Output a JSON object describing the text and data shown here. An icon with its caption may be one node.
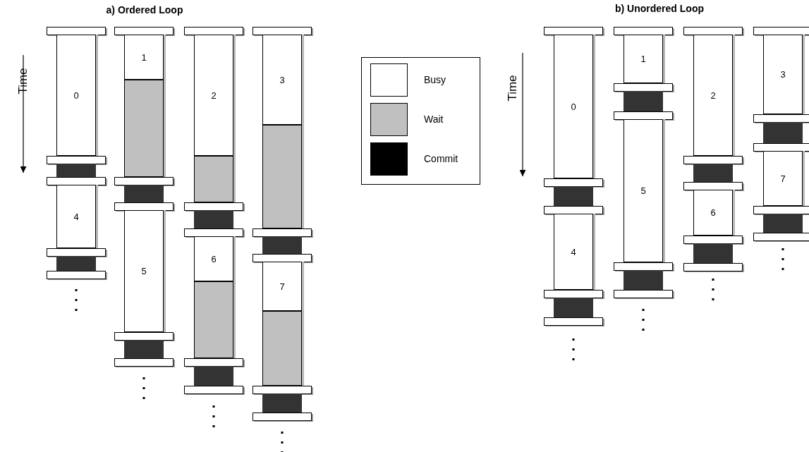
{
  "diagram": {
    "nodes": [
      {
        "text": [
          "0"
        ]
      },
      {
        "text": [
          "1"
        ]
      },
      {
        "text": [
          "2"
        ]
      },
      {
        "text": [
          "3"
        ]
      },
      {
        "text": [
          "4"
        ]
      },
      {
        "text": [
          "5"
        ]
      },
      {
        "text": [
          "6"
        ]
      },
      {
        "text": [
          "7"
        ]
      },
      {
        "text": [
          "0"
        ]
      },
      {
        "text": [
          "1"
        ]
      },
      {
        "text": [
          "2"
        ]
      },
      {
        "text": [
          "3"
        ]
      },
      {
        "text": [
          "4"
        ]
      },
      {
        "text": [
          "5"
        ]
      },
      {
        "text": [
          "6"
        ]
      },
      {
        "text": [
          "7"
        ]
      },
      {
        "text": [],
        "shape": "bar"
      },
      {
        "text": [],
        "shape": "bar"
      },
      {
        "text": [],
        "shape": "bar"
      },
      {
        "text": [],
        "shape": "bar"
      },
      {
        "text": [],
        "shape": "bar"
      }
    ],
    "edges": [],
    "labels": [
      "a) Ordered Loop",
      "Time",
      "b) Unordered Loop",
      "Time"
    ],
    "legend": [
      {
        "text": "Busy",
        "color": "#ffffff"
      },
      {
        "text": "Wait",
        "color": "#c0c0c0"
      },
      {
        "text": "Commit",
        "color": "#000000"
      }
    ]
  }
}
